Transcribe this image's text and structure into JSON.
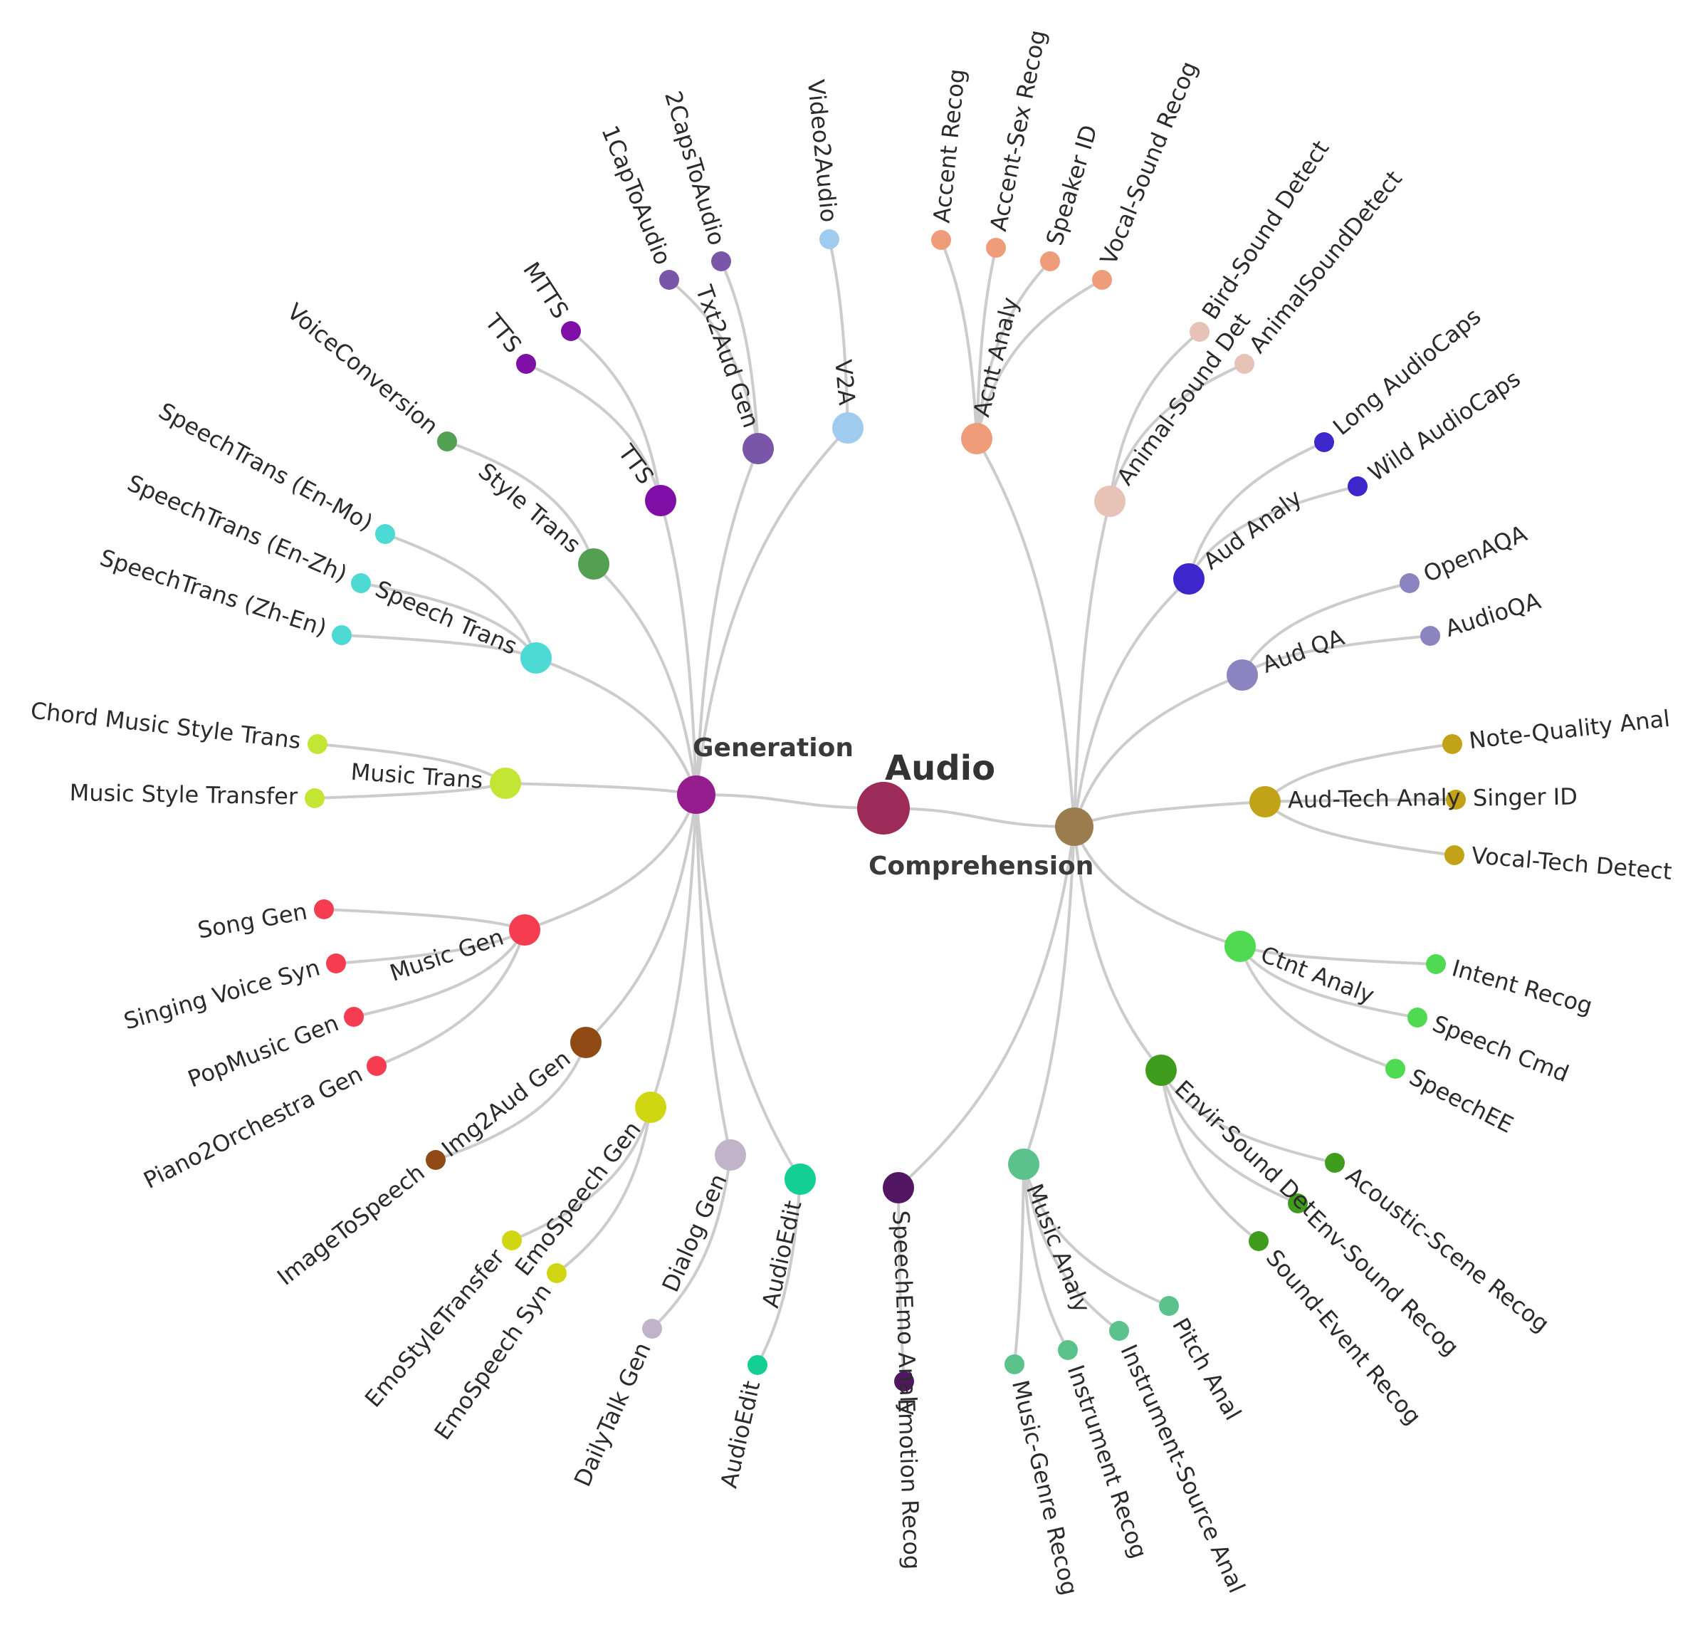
{
  "root": {
    "label": "Audio",
    "color": "#9c2b57"
  },
  "edge_color": "#cccccc",
  "categories": [
    {
      "label": "Generation",
      "color": "#951e8f"
    },
    {
      "label": "Comprehension",
      "color": "#9a7c4e"
    }
  ],
  "subtasks": [
    {
      "label": "Txt2Aud Gen",
      "category": "Generation",
      "color": "#7a56a8",
      "leaves": [
        "1CapToAudio",
        "2CapsToAudio"
      ]
    },
    {
      "label": "V2A",
      "category": "Generation",
      "color": "#9fcbef",
      "leaves": [
        "Video2Audio"
      ]
    },
    {
      "label": "TTS",
      "category": "Generation",
      "color": "#7f0fa6",
      "leaves": [
        "TTS",
        "MTTS"
      ]
    },
    {
      "label": "Style Trans",
      "category": "Generation",
      "color": "#54a052",
      "leaves": [
        "VoiceConversion"
      ]
    },
    {
      "label": "Speech Trans",
      "category": "Generation",
      "color": "#4dd9d4",
      "leaves": [
        "SpeechTrans (En-Mo)",
        "SpeechTrans (En-Zh)",
        "SpeechTrans (Zh-En)"
      ]
    },
    {
      "label": "Music Trans",
      "category": "Generation",
      "color": "#c3e534",
      "leaves": [
        "Chord Music Style Trans",
        "Music Style Transfer"
      ]
    },
    {
      "label": "Music Gen",
      "category": "Generation",
      "color": "#f63c51",
      "leaves": [
        "Song Gen",
        "Singing Voice Syn",
        "PopMusic Gen",
        "Piano2Orchestra Gen"
      ]
    },
    {
      "label": "Img2Aud Gen",
      "category": "Generation",
      "color": "#8f4a16",
      "leaves": [
        "ImageToSpeech"
      ]
    },
    {
      "label": "EmoSpeech Gen",
      "category": "Generation",
      "color": "#d0d712",
      "leaves": [
        "EmoStyleTransfer",
        "EmoSpeech Syn"
      ]
    },
    {
      "label": "Dialog Gen",
      "category": "Generation",
      "color": "#c2b4c8",
      "leaves": [
        "DailyTalk Gen"
      ]
    },
    {
      "label": "AudioEdit",
      "category": "Generation",
      "color": "#14cf94",
      "leaves": [
        "AudioEdit"
      ]
    },
    {
      "label": "Acnt Analy",
      "category": "Comprehension",
      "color": "#ef9c7b",
      "leaves": [
        "Accent Recog",
        "Accent-Sex Recog",
        "Speaker ID",
        "Vocal-Sound Recog"
      ]
    },
    {
      "label": "Animal-Sound Det",
      "category": "Comprehension",
      "color": "#e6c2b7",
      "leaves": [
        "Bird-Sound Detect",
        "AnimalSoundDetect"
      ]
    },
    {
      "label": "Aud Analy",
      "category": "Comprehension",
      "color": "#3d26cc",
      "leaves": [
        "Long AudioCaps",
        "Wild AudioCaps"
      ]
    },
    {
      "label": "Aud QA",
      "category": "Comprehension",
      "color": "#8b84c0",
      "leaves": [
        "OpenAQA",
        "AudioQA"
      ]
    },
    {
      "label": "Aud-Tech Analy",
      "category": "Comprehension",
      "color": "#c2a216",
      "leaves": [
        "Note-Quality Anal",
        "Singer ID",
        "Vocal-Tech Detect"
      ]
    },
    {
      "label": "Ctnt Analy",
      "category": "Comprehension",
      "color": "#4fda52",
      "leaves": [
        "Intent Recog",
        "Speech Cmd",
        "SpeechEE"
      ]
    },
    {
      "label": "Envir-Sound Det",
      "category": "Comprehension",
      "color": "#3f9c1c",
      "leaves": [
        "Acoustic-Scene Recog",
        "Env-Sound Recog",
        "Sound-Event Recog"
      ]
    },
    {
      "label": "Music Analy",
      "category": "Comprehension",
      "color": "#5cc28c",
      "leaves": [
        "Pitch Anal",
        "Instrument-Source Anal",
        "Instrument Recog",
        "Music-Genre Recog"
      ]
    },
    {
      "label": "SpeechEmo Analy",
      "category": "Comprehension",
      "color": "#521662",
      "leaves": [
        "Emotion Recog"
      ]
    }
  ]
}
